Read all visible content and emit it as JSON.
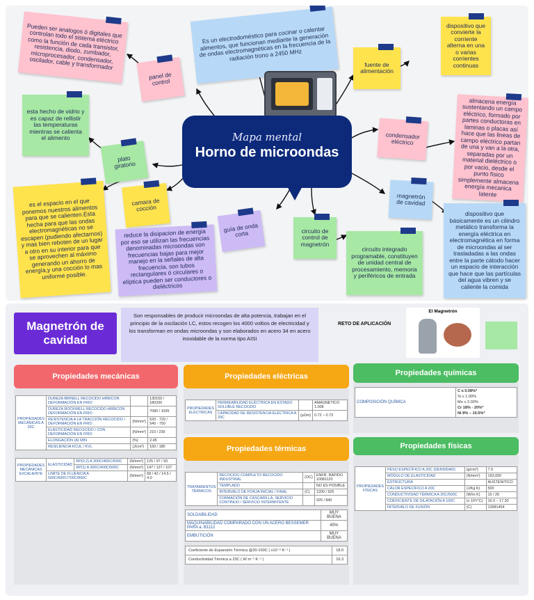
{
  "mindmap": {
    "subtitle": "Mapa mental",
    "title": "Horno de microondas",
    "notes": {
      "analog": "Pueden ser analogos ó digitales que controlan todo el sistema eléctrico como la función de cada transistor, resistencia, diodo, zumbador, microprocesador, condensador, oscilador, cable y transformador",
      "panel": "panel de control",
      "electro": "Es un electrodoméstico para cocinar o calentar alimentos, que funcionan mediante la generación de ondas electromagnéticas en la frecuencia de la radiación trono a 2450 MHz",
      "fuente": "fuente de alimentación",
      "dispositivo1": "dispositivo que convierte la corriente alterna en una o varias corrientes continuas",
      "vidrio": "esta hecho de vidrio y es capaz de rellistir las temperaturas mientras se calienta el alimento",
      "plato": "plato giratorio",
      "condensador": "condensador eléctrico",
      "almacena": "almacena energía sustentando un campo eléctrico, formado por partes conductoras en laminas o placas así hace que las lineas de campo eléctrico partan de una y van a la otra, separadas por un material dieléctrico o por vacio, desde el punto físico simplemente almacena energía mecanica latente",
      "espacio": "es el espacio en el que ponemos nuestros alimentos para que se calienten.Esta hecha para que las ondas electromagnéticas no se escapen (pudiendo afectarnos) y mas bien reboten de un lugar a otro en su interior para que se aprovechen al máximo generando un ahorro de energía,y una cocción lo mas uniforme posible.",
      "camara": "camara de cocción",
      "reduce": "reduce la disipacion de energia por eso se utilizan las frecuencias denominadas microondas son frecuencias bajas para mejor manejo en la señales de alta frecuencia, son tubos rectangulares ó circulares o elíptica pueden ser conductores o dieléctricos",
      "guia": "guía de onda corta",
      "circuito": "circuito de control de magnetrón",
      "integrado": "circuito integrado programable, constituyen de unidad central de procesamiento, memoria y periféricos de entrada",
      "magnetron": "magnetrón de cavidad",
      "dispositivo2": "dispositivo que básicamente es un cilindro metálico transforma la energía eléctrica en electromagnética en forma de microondas al ser trasladadas a las ondas entre la parte cátodo hacer un espacio de interacción que hace que las partículas del agua vibren y se caliente la comida"
    }
  },
  "magnetron": {
    "title": "Magnetrón de cavidad",
    "intro": "Son responsables de producir microondas de alta potencia, trabajan en el principio de la oscilación LC, estos recogen los 4000 voltios de electricidad y los transforman en ondas microondas y son elaborados en acero 34 en acero inoxidable de la norma tipo AISI",
    "reto": "RETO DE APLICACIÓN",
    "image_caption": "El Magnetrón"
  },
  "sections": {
    "mecanicas": "Propiedades mecánicas",
    "electricas": "Propiedades eléctricas",
    "quimicas": "Propiedades químicas",
    "termicas": "Propiedades térmicas",
    "fisicas": "Propiedades físicas"
  },
  "mec_table1": {
    "group": "PROPIEDADES MECÁNICAS A 20C",
    "rows": [
      [
        "DUREZA BRINELL RECOCIDO HRB/CON DEFORMACIÓN EN FRIO",
        "",
        "130150 / 180330"
      ],
      [
        "DUREZA ROCKWELL RECOCIDO HRB/CON DEFORMACIÓN EN FRIO",
        "",
        "7080 / 1035"
      ],
      [
        "RESISTENCIA A LA TRACCIÓN RECOCIDO / DEFORMACIÓN EN FRIO",
        "(N/mm²)",
        "520 - 720 / 540 - 750"
      ],
      [
        "ELASTICIDAD RECOCIDO / CON DEFORMACIÓN EN FRIO",
        "(N/mm²)",
        "210 / 230"
      ],
      [
        "ELONGACIÓN (A) MIN",
        "(%)",
        "2.45"
      ],
      [
        "RESILIENCIA KCUL / KVL",
        "(J/cm²)",
        "160 / 180"
      ]
    ]
  },
  "mec_table2": {
    "group": "PROPIEDADES MECÁNICAS EXCALIENTE",
    "label": "ELASTICIDAD",
    "rows": [
      [
        "RP(0.2) A 300C/400C/500C",
        "(N/mm²)",
        "125 / 97 / 93"
      ],
      [
        "RP(1) A 300C/400C/500C",
        "(N/mm²)",
        "147 / 127 / 107"
      ],
      [
        "LIMITE DE FLUENCIA A 500C/600C/700C/800C",
        "(N/mm²)",
        "68 / 42 / 14.5 / 4.0"
      ]
    ]
  },
  "elec_table": {
    "group": "PROPIEDADES ELÉCTRICAS",
    "rows": [
      [
        "PERMEABILIDAD ELÉCTRICA EN ESTADO SOLUBLE RECOCIDO",
        "",
        "AMAGNETICO 1.008"
      ],
      [
        "CAPACIDAD DE RESISTENCIA ELÉCTRICA A 20C",
        "(μΩm)",
        "0.72 – 0.73"
      ]
    ]
  },
  "quim_table": {
    "label": "COMPOSICIÓN QUÍMICA",
    "values": [
      "C ≤ 0.08%*",
      "Si ≤ 1.00%",
      "Mn ≤ 2.00%",
      "Cr 18% - 20%*",
      "Ni 8% – 10.5%*"
    ]
  },
  "term_table": {
    "group": "TRATAMIENTOS TÉRMICOS",
    "rows": [
      [
        "RECOCIDO COMPLETO RECOCIDO INDUSTRIAL",
        "(OC)",
        "ENFR. RAPIDO 10081120"
      ],
      [
        "TEMPLADO",
        "",
        "NO ES POSIBLE"
      ],
      [
        "INTERVALO DE FORJA INICIAL / FINAL",
        "(C)",
        "1200 / 925"
      ],
      [
        "FORMACIÓN DE CASCARILLA, SERVICIO CONTINUO / SERVICIO INTERMITENTE",
        "",
        "925 / 840"
      ]
    ]
  },
  "term_table2": {
    "rows": [
      [
        "SOLDABILIDAD",
        "MUY BUENA"
      ],
      [
        "MAQUINABILIDAD COMPARADO CON UN ACERO BESSEMER PARA a. B1112",
        "45%"
      ],
      [
        "EMBUTICIÓN",
        "MUY BUENA"
      ]
    ]
  },
  "term_table3": {
    "rows": [
      [
        "Coeficiente de Expansión Térmica @20-100C ( x10⁻⁶ K⁻¹ )",
        "18.0"
      ],
      [
        "Conductividad Térmica a 23C ( W m⁻¹ K⁻¹ )",
        "16.3"
      ]
    ]
  },
  "fis_table": {
    "group": "PROPIEDADES FÍSICAS",
    "rows": [
      [
        "PESO ESPECÍFICO A 20C (DENSIDAD)",
        "(g/cm³)",
        "7.9"
      ],
      [
        "MÓDULO DE ELASTICIDAD",
        "(N/mm²)",
        "193,000"
      ],
      [
        "ESTRUCTURA",
        "",
        "AUSTENITICO"
      ],
      [
        "CALOR ESPECÍFICO A 20C",
        "(J/Kg K)",
        "500"
      ],
      [
        "CONDUCTIVIDAD TÉRMICA A 20C/500C",
        "(W/m K)",
        "15 / 26"
      ],
      [
        "COEFICIENTE DE DILATACIÓN A 100C",
        "(x 10⁶/°C)",
        "16.0 – 17.30"
      ],
      [
        "INTERVALO DE FUSIÓN",
        "(C)",
        "13981454"
      ]
    ]
  }
}
